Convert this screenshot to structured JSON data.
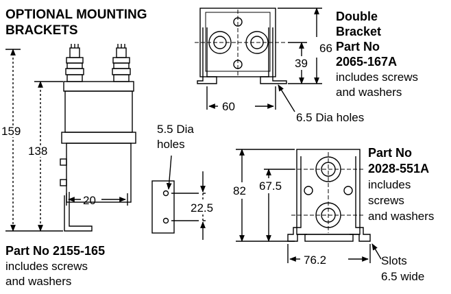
{
  "heading": {
    "line1": "OPTIONAL MOUNTING",
    "line2": "BRACKETS"
  },
  "single": {
    "part_label": "Part No 2155-165",
    "desc_line1": "includes screws",
    "desc_line2": "and washers",
    "dim_overall": "159",
    "dim_body": "138",
    "dim_foot": "20",
    "hole_label_line1": "5.5 Dia",
    "hole_label_line2": "holes",
    "dim_hole_spacing": "22.5"
  },
  "double": {
    "title_line1": "Double",
    "title_line2": "Bracket",
    "part_label": "Part No",
    "part_number": "2065-167A",
    "desc_line1": "includes screws",
    "desc_line2": "and washers",
    "dim_height": "66",
    "dim_inner": "39",
    "dim_width": "60",
    "hole_label": "6.5 Dia holes"
  },
  "vertical": {
    "part_label": "Part No",
    "part_number": "2028-551A",
    "desc_line1": "includes",
    "desc_line2": "screws",
    "desc_line3": "and washers",
    "dim_height": "82",
    "dim_inner": "67.5",
    "dim_width": "76.2",
    "slot_label_line1": "Slots",
    "slot_label_line2": "6.5 wide"
  }
}
